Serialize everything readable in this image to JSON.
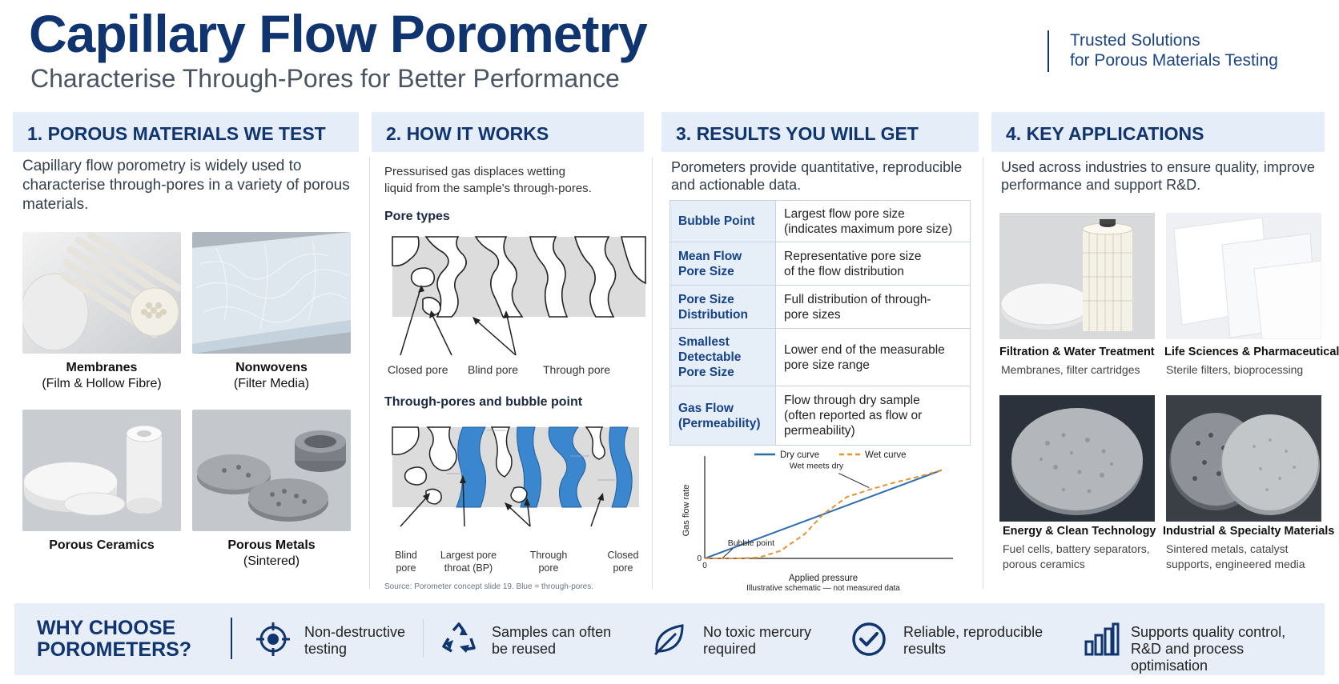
{
  "header": {
    "title": "Capillary Flow Porometry",
    "subtitle": "Characterise Through-Pores for Better Performance",
    "tagline_1": "Trusted Solutions",
    "tagline_2": "for Porous Materials Testing"
  },
  "sections": {
    "materials": {
      "heading": "1. POROUS MATERIALS WE TEST",
      "intro": "Capillary flow porometry is widely used to characterise through-pores in a variety of porous materials.",
      "items": [
        {
          "name": "Membranes",
          "detail": "(Film & Hollow Fibre)"
        },
        {
          "name": "Nonwovens",
          "detail": "(Filter Media)"
        },
        {
          "name": "Porous Ceramics",
          "detail": ""
        },
        {
          "name": "Porous Metals",
          "detail": "(Sintered)"
        }
      ]
    },
    "how": {
      "heading": "2. HOW IT WORKS",
      "intro_1": "Pressurised gas displaces wetting",
      "intro_2": "liquid from the sample's through-pores.",
      "pore_types_heading": "Pore types",
      "pore_labels": [
        "Closed pore",
        "Blind pore",
        "Through pore"
      ],
      "bubble_heading": "Through-pores and bubble point",
      "bubble_labels": [
        {
          "l1": "Blind",
          "l2": "pore"
        },
        {
          "l1": "Largest pore",
          "l2": "throat (BP)"
        },
        {
          "l1": "Through",
          "l2": "pore"
        },
        {
          "l1": "Closed",
          "l2": "pore"
        }
      ],
      "source": "Source: Porometer concept slide 19. Blue = through-pores."
    },
    "results": {
      "heading": "3. RESULTS YOU WILL GET",
      "intro": "Porometers provide quantitative, reproducible and actionable data.",
      "table": [
        {
          "key_1": "Bubble Point",
          "key_2": "",
          "key_3": "",
          "val_1": "Largest flow pore size",
          "val_2": "(indicates maximum pore size)",
          "val_3": ""
        },
        {
          "key_1": "Mean Flow",
          "key_2": "Pore Size",
          "key_3": "",
          "val_1": "Representative pore size",
          "val_2": "of the flow distribution",
          "val_3": ""
        },
        {
          "key_1": "Pore Size",
          "key_2": "Distribution",
          "key_3": "",
          "val_1": "Full distribution of through-",
          "val_2": "pore sizes",
          "val_3": ""
        },
        {
          "key_1": "Smallest",
          "key_2": "Detectable",
          "key_3": "Pore Size",
          "val_1": "Lower end of the measurable",
          "val_2": "pore size range",
          "val_3": ""
        },
        {
          "key_1": "Gas Flow",
          "key_2": "(Permeability)",
          "key_3": "",
          "val_1": "Flow through dry sample",
          "val_2": "(often reported as flow or",
          "val_3": "permeability)"
        }
      ]
    },
    "applications": {
      "heading": "4. KEY APPLICATIONS",
      "intro": "Used across industries to ensure quality, improve performance and support R&D.",
      "items": [
        {
          "title": "Filtration & Water Treatment",
          "desc_1": "Membranes, filter cartridges",
          "desc_2": ""
        },
        {
          "title": "Life Sciences & Pharmaceutical",
          "desc_1": "Sterile filters, bioprocessing",
          "desc_2": ""
        },
        {
          "title": "Energy & Clean Technology",
          "desc_1": "Fuel cells, battery separators,",
          "desc_2": "porous ceramics"
        },
        {
          "title": "Industrial & Specialty Materials",
          "desc_1": "Sintered metals, catalyst",
          "desc_2": "supports, engineered media"
        }
      ]
    }
  },
  "chart_data": {
    "type": "line",
    "title": "",
    "xlabel": "Applied pressure",
    "ylabel": "Gas flow rate",
    "footnote": "Illustrative schematic — not measured data",
    "x_tick_label": "0",
    "y_tick_label": "0",
    "xlim": [
      0,
      10
    ],
    "ylim": [
      0,
      10
    ],
    "grid": false,
    "legend_position": "top",
    "series": [
      {
        "name": "Dry curve",
        "color": "#2b6cb0",
        "style": "solid",
        "x": [
          0,
          10
        ],
        "y": [
          0,
          9.2
        ]
      },
      {
        "name": "Wet curve",
        "color": "#e8912d",
        "style": "dashed",
        "x": [
          0,
          0.7,
          1.4,
          2.3,
          3.2,
          4.2,
          5.0,
          6.0,
          7.0,
          8.0,
          9.0,
          10.0
        ],
        "y": [
          0,
          0,
          0,
          0.1,
          0.8,
          2.5,
          4.6,
          6.4,
          7.2,
          7.9,
          8.5,
          9.2
        ]
      }
    ],
    "annotations": [
      {
        "text": "Wet meets dry",
        "x": 7.0,
        "y": 7.2
      },
      {
        "text": "Bubble point",
        "x": 0.7,
        "y": 0
      }
    ]
  },
  "why": {
    "heading_1": "WHY CHOOSE",
    "heading_2": "POROMETERS?",
    "features": [
      {
        "icon": "target-icon",
        "l1": "Non-destructive",
        "l2": "testing"
      },
      {
        "icon": "recycle-icon",
        "l1": "Samples can often",
        "l2": "be reused"
      },
      {
        "icon": "leaf-icon",
        "l1": "No toxic mercury",
        "l2": "required"
      },
      {
        "icon": "check-circle-icon",
        "l1": "Reliable, reproducible",
        "l2": "results"
      },
      {
        "icon": "bar-chart-icon",
        "l1": "Supports quality control,",
        "l2": "R&D and process optimisation"
      }
    ]
  },
  "colors": {
    "brand": "#0f3470",
    "accent": "#2b6cb0",
    "panel": "#e4edf8",
    "through_pore": "#3a86cf",
    "wet_curve": "#e8912d"
  }
}
